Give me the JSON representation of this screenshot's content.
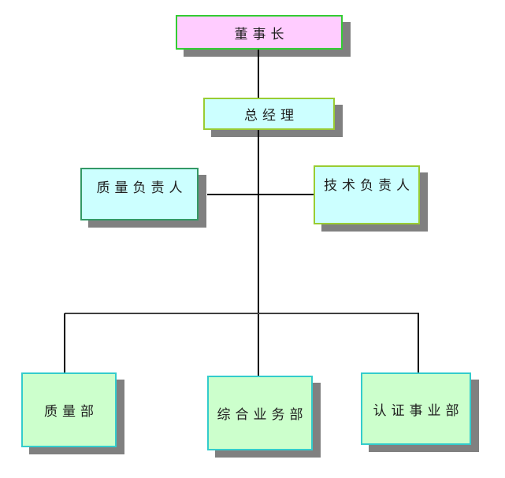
{
  "diagram": {
    "type": "org-chart",
    "nodes": {
      "chairman": {
        "label": "董事长",
        "fill": "#ffccff",
        "border": "#33cc33",
        "level": 1
      },
      "general_manager": {
        "label": "总经理",
        "fill": "#ccffff",
        "border": "#99cc33",
        "level": 2
      },
      "quality_manager": {
        "label": "质量负责人",
        "fill": "#ccffff",
        "border": "#339966",
        "level": 3
      },
      "tech_manager": {
        "label": "技术负责人",
        "fill": "#ccffff",
        "border": "#99cc33",
        "level": 3
      },
      "quality_dept": {
        "label": "质量部",
        "fill": "#ccffcc",
        "border": "#33cccc",
        "level": 4
      },
      "business_dept": {
        "label": "综合业务部",
        "fill": "#ccffcc",
        "border": "#33cccc",
        "level": 4
      },
      "cert_dept": {
        "label": "认证事业部",
        "fill": "#ccffcc",
        "border": "#33cccc",
        "level": 4
      }
    },
    "edges": [
      {
        "from": "chairman",
        "to": "general_manager"
      },
      {
        "from": "general_manager",
        "to": "quality_manager"
      },
      {
        "from": "general_manager",
        "to": "tech_manager"
      },
      {
        "from": "general_manager",
        "to": "quality_dept"
      },
      {
        "from": "general_manager",
        "to": "business_dept"
      },
      {
        "from": "general_manager",
        "to": "cert_dept"
      }
    ],
    "colors": {
      "background": "#ffffff",
      "connector": "#000000",
      "shadow": "#808080",
      "text": "#1f1f1f"
    }
  }
}
